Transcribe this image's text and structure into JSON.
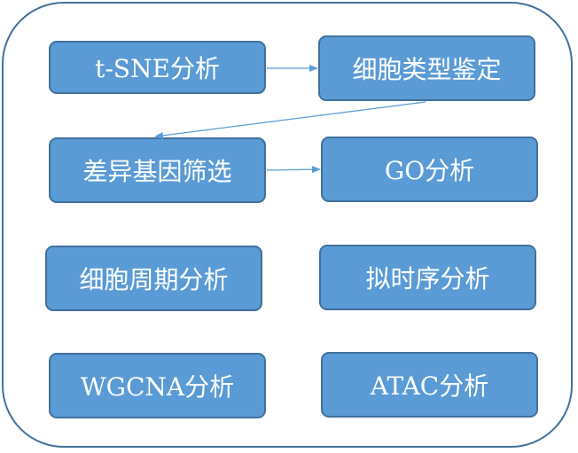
{
  "nodes": [
    {
      "id": "tsne",
      "label": "t-SNE分析"
    },
    {
      "id": "celltype",
      "label": "细胞类型鉴定"
    },
    {
      "id": "deg",
      "label": "差异基因筛选"
    },
    {
      "id": "go",
      "label": "GO分析"
    },
    {
      "id": "cellcycle",
      "label": "细胞周期分析"
    },
    {
      "id": "pseudotime",
      "label": "拟时序分析"
    },
    {
      "id": "wgcna",
      "label": "WGCNA分析"
    },
    {
      "id": "atac",
      "label": "ATAC分析"
    }
  ],
  "edges": [
    {
      "from": "tsne",
      "to": "celltype"
    },
    {
      "from": "celltype",
      "to": "deg"
    },
    {
      "from": "deg",
      "to": "go"
    }
  ],
  "colors": {
    "fill": "#5b9bd5",
    "border": "#41719c",
    "arrow": "#5b9bd5"
  }
}
